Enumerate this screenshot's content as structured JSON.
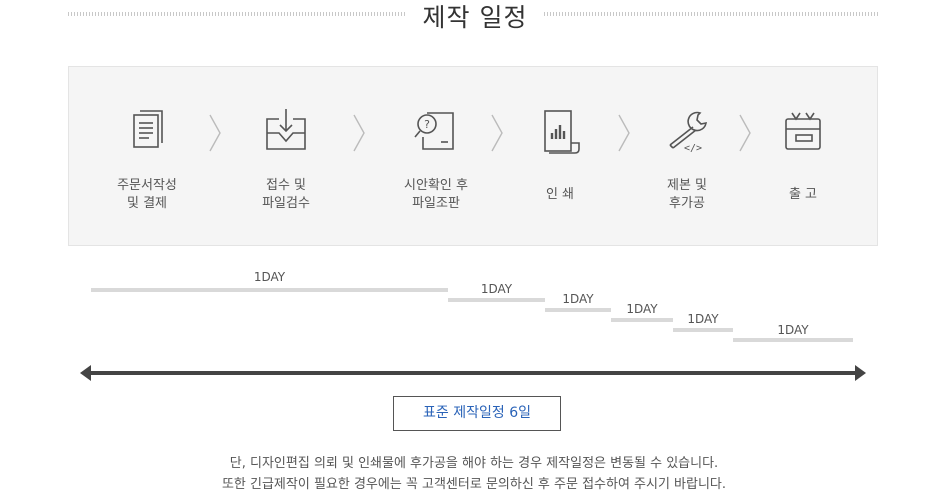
{
  "title": "제작 일정",
  "steps": [
    {
      "label": "주문서작성\n및 결제",
      "icon": "document-stack-icon"
    },
    {
      "label": "접수 및\n파일검수",
      "icon": "inbox-download-icon"
    },
    {
      "label": "시안확인 후\n파일조판",
      "icon": "document-search-icon"
    },
    {
      "label": "인 쇄",
      "icon": "print-chart-icon"
    },
    {
      "label": "제본 및\n후가공",
      "icon": "wrench-code-icon"
    },
    {
      "label": "출 고",
      "icon": "shipping-box-icon"
    }
  ],
  "timeline_bars": [
    {
      "label": "1DAY"
    },
    {
      "label": "1DAY"
    },
    {
      "label": "1DAY"
    },
    {
      "label": "1DAY"
    },
    {
      "label": "1DAY"
    },
    {
      "label": "1DAY"
    }
  ],
  "standard_schedule": "표준 제작일정 6일",
  "notes": [
    "단, 디자인편집 의뢰 및 인쇄물에 후가공을 해야 하는 경우 제작일정은 변동될 수 있습니다.",
    "또한 긴급제작이 필요한 경우에는 꼭 고객센터로 문의하신 후 주문 접수하여 주시기 바랍니다."
  ]
}
